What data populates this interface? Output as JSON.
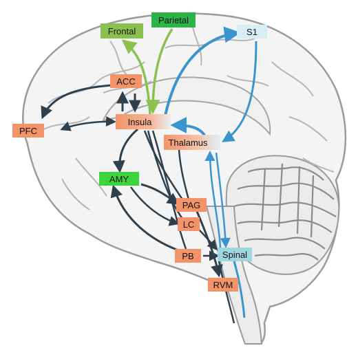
{
  "colors": {
    "cortex_green_light": "#8cc152",
    "cortex_green_dark": "#2db34a",
    "limbic_orange": "#f2936a",
    "amygdala_green": "#3dd43d",
    "ascending_blue": "#3a95cf",
    "spinal_teal": "#9fd6dd",
    "descending_dark": "#2f3f4c",
    "brain_outline": "#9a9a9a",
    "brain_fill": "#f4f4f4"
  },
  "regions": {
    "frontal": "Frontal",
    "parietal": "Parietal",
    "s1": "S1",
    "acc": "ACC",
    "pfc": "PFC",
    "insula": "Insula",
    "thalamus": "Thalamus",
    "amy": "AMY",
    "pag": "PAG",
    "lc": "LC",
    "pb": "PB",
    "spinal": "Spinal",
    "rvm": "RVM"
  }
}
